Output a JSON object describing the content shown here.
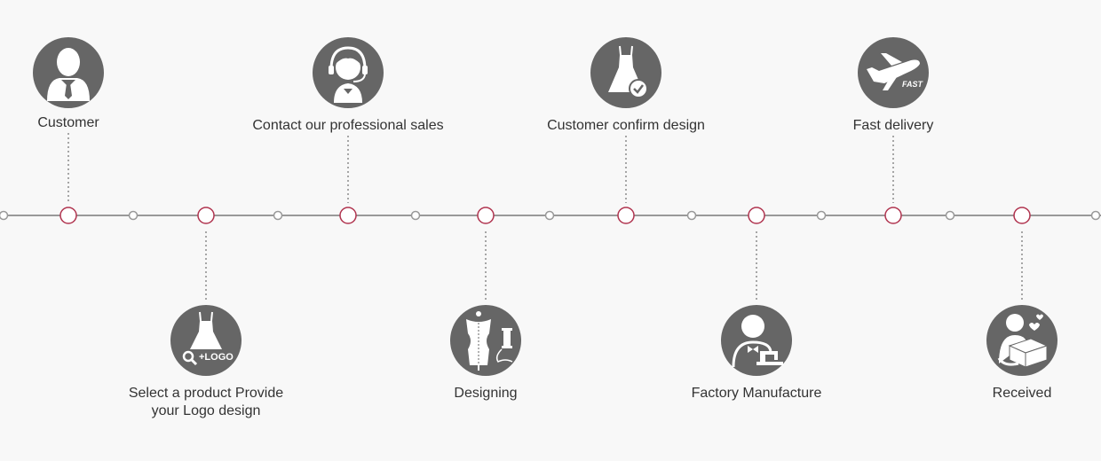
{
  "colors": {
    "background": "#f8f8f8",
    "line": "#999999",
    "icon_circle": "#666666",
    "icon_glyph": "#ffffff",
    "node_accent": "#b0344f",
    "node_plain": "#999999",
    "text": "#333333"
  },
  "steps": [
    {
      "label": "Customer",
      "icon": "customer-icon",
      "position": "top"
    },
    {
      "label": "Select a product Provide\nyour Logo design",
      "icon": "dress-logo-icon",
      "position": "bottom"
    },
    {
      "label": "Contact our professional sales",
      "icon": "headset-agent-icon",
      "position": "top"
    },
    {
      "label": "Designing",
      "icon": "mannequin-thread-icon",
      "position": "bottom"
    },
    {
      "label": "Customer confirm design",
      "icon": "dress-check-icon",
      "position": "top"
    },
    {
      "label": "Factory Manufacture",
      "icon": "sewing-worker-icon",
      "position": "bottom"
    },
    {
      "label": "Fast delivery",
      "icon": "airplane-fast-icon",
      "position": "top"
    },
    {
      "label": "Received",
      "icon": "person-box-icon",
      "position": "bottom"
    }
  ],
  "badges": {
    "logo_text": "LOGO",
    "fast_text": "FAST"
  }
}
